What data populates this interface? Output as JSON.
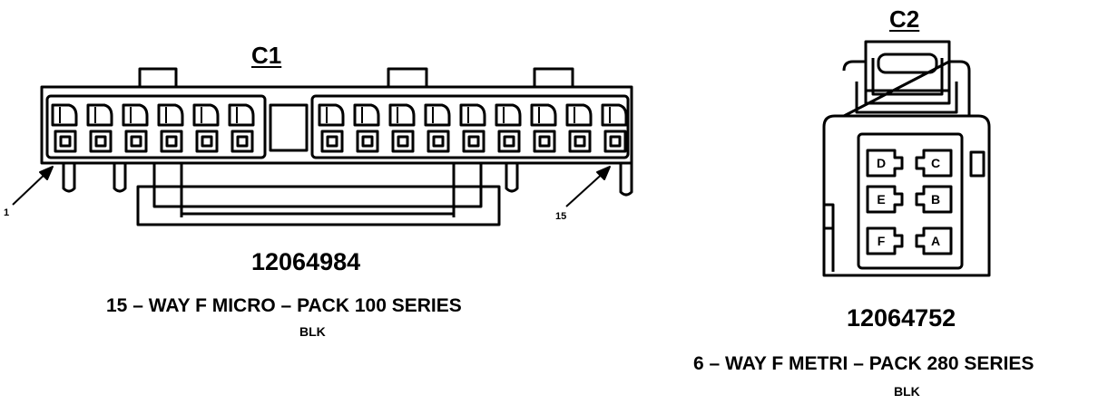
{
  "c1": {
    "title": "C1",
    "part_number": "12064984",
    "description": "15 – WAY F MICRO – PACK 100 SERIES",
    "color": "BLK",
    "pin_first": "1",
    "pin_last": "15"
  },
  "c2": {
    "title": "C2",
    "part_number": "12064752",
    "description": "6 – WAY F METRI – PACK 280 SERIES",
    "color": "BLK",
    "cavities": [
      "D",
      "C",
      "E",
      "B",
      "F",
      "A"
    ]
  },
  "colors": {
    "ink": "#000000",
    "paper": "#ffffff"
  }
}
